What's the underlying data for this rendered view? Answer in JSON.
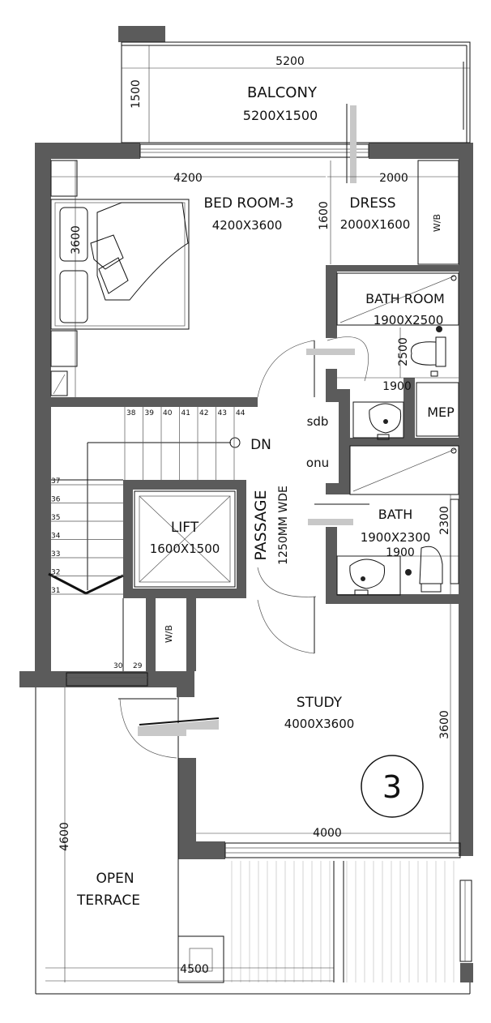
{
  "rooms": {
    "balcony": {
      "name": "BALCONY",
      "size": "5200X1500"
    },
    "bedroom": {
      "name": "BED ROOM-3",
      "size": "4200X3600"
    },
    "dress": {
      "name": "DRESS",
      "size": "2000X1600"
    },
    "bathroom": {
      "name": "BATH ROOM",
      "size": "1900X2500"
    },
    "mep": {
      "name": "MEP"
    },
    "bath": {
      "name": "BATH",
      "size": "1900X2300"
    },
    "lift": {
      "name": "LIFT",
      "size": "1600X1500"
    },
    "passage": {
      "name": "PASSAGE",
      "size": "1250MM WDE"
    },
    "study": {
      "name": "STUDY",
      "size": "4000X3600"
    },
    "terrace": {
      "line1": "OPEN",
      "line2": "TERRACE"
    }
  },
  "labels": {
    "wb_dress": "W/B",
    "wb_lift": "W/B",
    "sdb": "sdb",
    "onu": "onu",
    "dn": "DN",
    "floor_number": "3"
  },
  "dimensions": {
    "balcony_width": "5200",
    "balcony_depth": "1500",
    "bedroom_width": "4200",
    "bedroom_depth": "3600",
    "dress_width": "2000",
    "dress_depth": "1600",
    "bathroom_depth": "2500",
    "bathroom_width": "1900",
    "bath_depth": "2300",
    "bath_width": "1900",
    "study_depth": "3600",
    "study_width": "4000",
    "terrace_depth": "4600",
    "terrace_width": "4500"
  },
  "stair_numbers": {
    "top": [
      "38",
      "39",
      "40",
      "41",
      "42",
      "43",
      "44"
    ],
    "left": [
      "37",
      "36",
      "35",
      "34",
      "33",
      "32",
      "31"
    ],
    "bottom": [
      "30",
      "29"
    ]
  },
  "colors": {
    "wall": "#5b5b5b",
    "line": "#111111",
    "door_shadow": "#c8c8c8"
  }
}
